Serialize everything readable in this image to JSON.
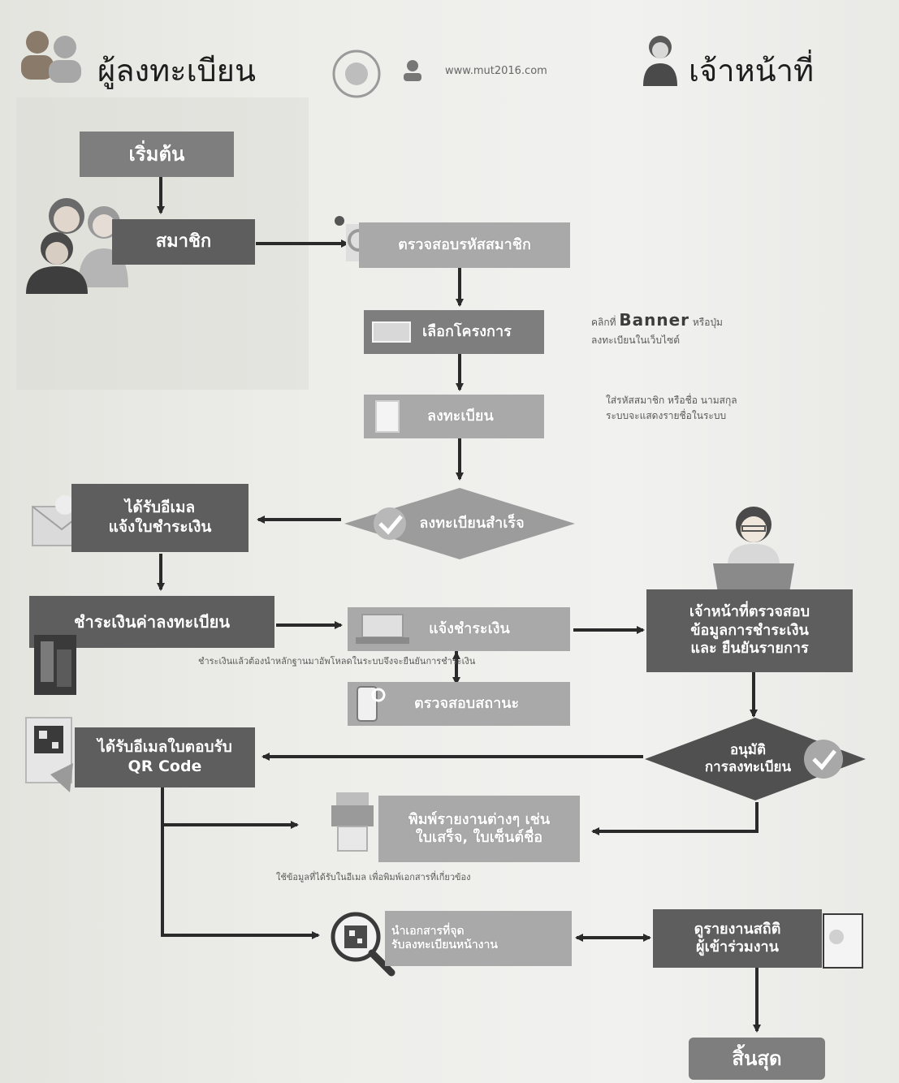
{
  "header": {
    "registrant_title": "ผู้ลงทะเบียน",
    "center_text": "www.mut2016.com",
    "staff_title": "เจ้าหน้าที่"
  },
  "nodes": {
    "start": "เริ่มต้น",
    "member": "สมาชิก",
    "check_member": "ตรวจสอบรหัสสมาชิก",
    "select_project": "เลือกโครงการ",
    "register": "ลงทะเบียน",
    "register_success": "ลงทะเบียนสำเร็จ",
    "email_invoice": "ได้รับอีเมล\nแจ้งใบชำระเงิน",
    "pay_fee": "ชำระเงินค่าลงทะเบียน",
    "notify_payment": "แจ้งชำระเงิน",
    "check_status": "ตรวจสอบสถานะ",
    "staff_verify": "เจ้าหน้าที่ตรวจสอบ\nข้อมูลการชำระเงิน\nและ ยืนยันรายการ",
    "approve": "อนุมัติ\nการลงทะเบียน",
    "email_qr": "ได้รับอีเมลใบตอบรับ\nQR Code",
    "print_reports": "พิมพ์รายงานต่างๆ เช่น\nใบเสร็จ, ใบเซ็นต์ชื่อ",
    "show_qr": "นำเอกสารที่จุด\nรับลงทะเบียนหน้างาน",
    "view_stats": "ดูรายงานสถิติ\nผู้เข้าร่วมงาน",
    "end": "สิ้นสุด"
  },
  "notes": {
    "banner_strong": "Banner",
    "banner_pre": "คลิกที่",
    "banner_post": "หรือปุ่ม",
    "banner_line2": "ลงทะเบียนในเว็บไซต์",
    "member_code_line1": "ใส่รหัสสมาชิก หรือชื่อ นามสกุล",
    "member_code_line2": "ระบบจะแสดงรายชื่อในระบบ",
    "payment_note": "ชำระเงินแล้วต้องนำหลักฐานมาอัพโหลดในระบบจึงจะยืนยันการชำระเงิน",
    "print_note": "ใช้ข้อมูลที่ได้รับในอีเมล เพื่อพิมพ์เอกสารที่เกี่ยวข้อง"
  }
}
